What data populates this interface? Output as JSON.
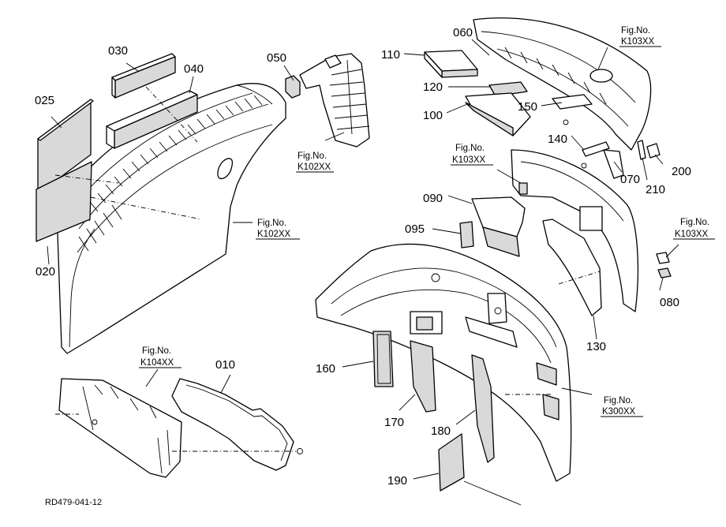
{
  "diagram": {
    "reference_code": "RD479-041-12",
    "parts": [
      {
        "id": "p010",
        "number": "010"
      },
      {
        "id": "p020",
        "number": "020"
      },
      {
        "id": "p025",
        "number": "025"
      },
      {
        "id": "p030",
        "number": "030"
      },
      {
        "id": "p040",
        "number": "040"
      },
      {
        "id": "p050",
        "number": "050"
      },
      {
        "id": "p060",
        "number": "060"
      },
      {
        "id": "p070",
        "number": "070"
      },
      {
        "id": "p080",
        "number": "080"
      },
      {
        "id": "p090",
        "number": "090"
      },
      {
        "id": "p095",
        "number": "095"
      },
      {
        "id": "p100",
        "number": "100"
      },
      {
        "id": "p110",
        "number": "110"
      },
      {
        "id": "p120",
        "number": "120"
      },
      {
        "id": "p130",
        "number": "130"
      },
      {
        "id": "p140",
        "number": "140"
      },
      {
        "id": "p150",
        "number": "150"
      },
      {
        "id": "p160",
        "number": "160"
      },
      {
        "id": "p170",
        "number": "170"
      },
      {
        "id": "p180",
        "number": "180"
      },
      {
        "id": "p190",
        "number": "190"
      },
      {
        "id": "p200",
        "number": "200"
      },
      {
        "id": "p210",
        "number": "210"
      }
    ],
    "figure_refs": [
      {
        "id": "fig-k102-upper",
        "caption": "Fig.No.",
        "code": "K102XX"
      },
      {
        "id": "fig-k102-lower",
        "caption": "Fig.No.",
        "code": "K102XX"
      },
      {
        "id": "fig-k103-top",
        "caption": "Fig.No.",
        "code": "K103XX"
      },
      {
        "id": "fig-k103-mid",
        "caption": "Fig.No.",
        "code": "K103XX"
      },
      {
        "id": "fig-k103-right",
        "caption": "Fig.No.",
        "code": "K103XX"
      },
      {
        "id": "fig-k104",
        "caption": "Fig.No.",
        "code": "K104XX"
      },
      {
        "id": "fig-k300",
        "caption": "Fig.No.",
        "code": "K300XX"
      }
    ]
  }
}
